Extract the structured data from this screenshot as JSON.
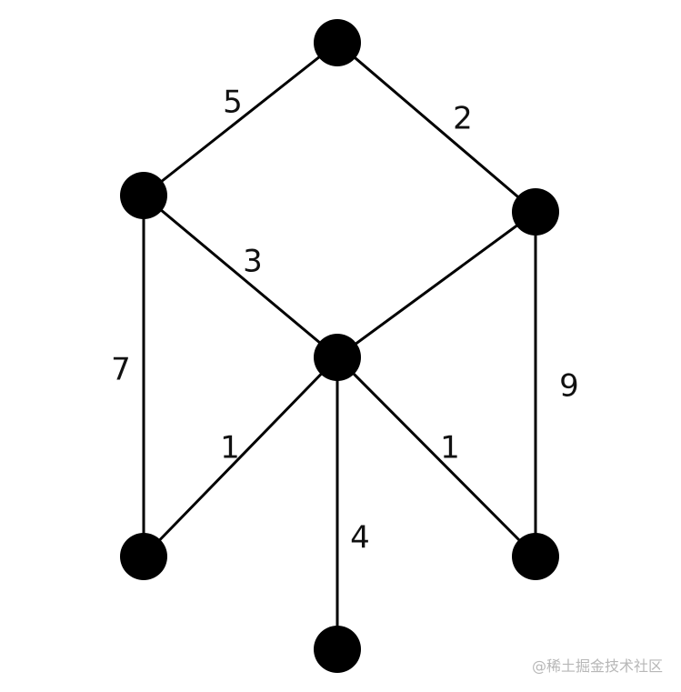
{
  "graph": {
    "nodes": [
      {
        "id": "top"
      },
      {
        "id": "upper-left"
      },
      {
        "id": "upper-right"
      },
      {
        "id": "center"
      },
      {
        "id": "lower-left"
      },
      {
        "id": "lower-right"
      },
      {
        "id": "bottom"
      }
    ],
    "edges": [
      {
        "from": "top",
        "to": "upper-left",
        "weight": "5"
      },
      {
        "from": "top",
        "to": "upper-right",
        "weight": "2"
      },
      {
        "from": "upper-left",
        "to": "center",
        "weight": "3"
      },
      {
        "from": "upper-left",
        "to": "lower-left",
        "weight": "7"
      },
      {
        "from": "upper-right",
        "to": "center",
        "weight": ""
      },
      {
        "from": "upper-right",
        "to": "lower-right",
        "weight": "9"
      },
      {
        "from": "center",
        "to": "lower-left",
        "weight": "1"
      },
      {
        "from": "center",
        "to": "lower-right",
        "weight": "1"
      },
      {
        "from": "center",
        "to": "bottom",
        "weight": "4"
      }
    ]
  },
  "watermark": {
    "text": "@稀土掘金技术社区"
  }
}
